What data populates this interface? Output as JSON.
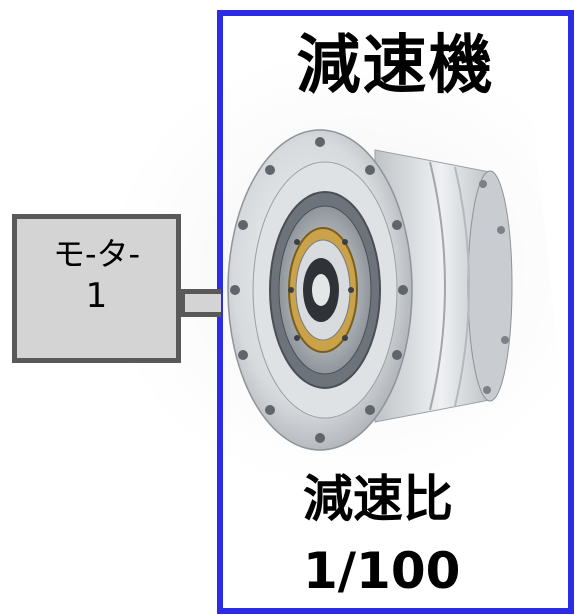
{
  "reducer": {
    "title": "減速機",
    "ratio_label": "減速比",
    "ratio_value": "1/100",
    "frame_color": "#2c2ce6",
    "image_icon": "speed-reducer-photo"
  },
  "motor": {
    "label": "モ-タ-",
    "number": "1",
    "fill_color": "#d4d4d4",
    "border_color": "#595959"
  }
}
